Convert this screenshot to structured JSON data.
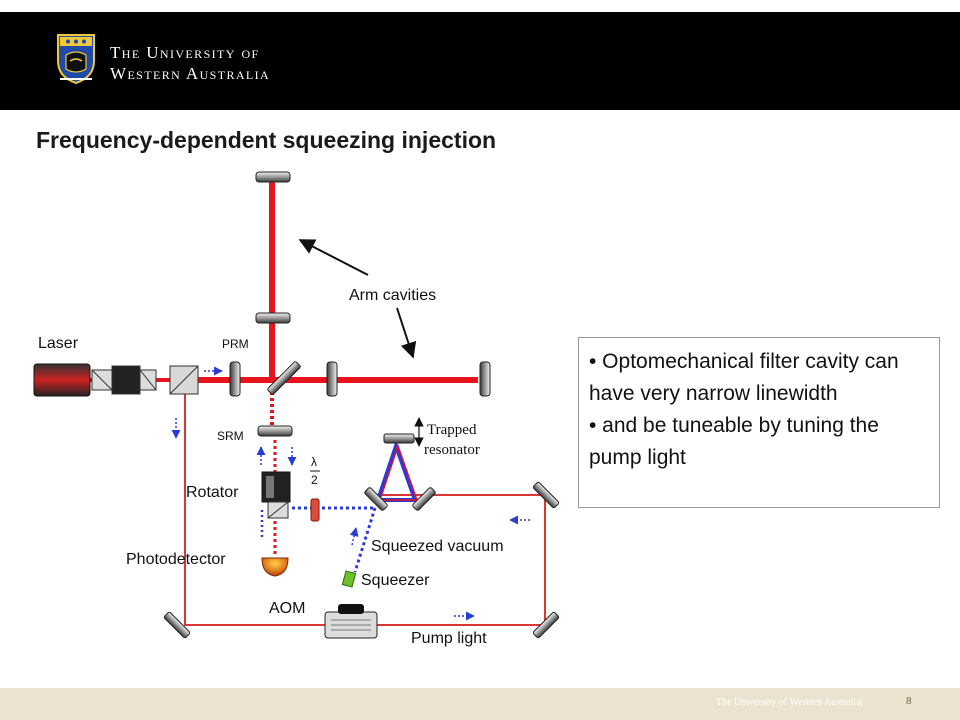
{
  "header": {
    "university_line1": "The University of",
    "university_line2": "Western Australia"
  },
  "slide": {
    "title": "Frequency-dependent squeezing injection"
  },
  "diagram": {
    "labels": {
      "arm_cavities": "Arm cavities",
      "laser": "Laser",
      "prm": "PRM",
      "srm": "SRM",
      "rotator": "Rotator",
      "photodetector": "Photodetector",
      "lambda": "λ",
      "half": "2",
      "trapped": "Trapped",
      "resonator": "resonator",
      "squeezed_vacuum": "Squeezed vacuum",
      "squeezer": "Squeezer",
      "aom": "AOM",
      "pump_light": "Pump light"
    }
  },
  "notes": {
    "bullet1": "• Optomechanical filter cavity can have very narrow linewidth",
    "bullet2": "• and be tuneable by tuning the pump light"
  },
  "footer": {
    "text": "The University of Western Australia",
    "separator": "|",
    "page_number": "8"
  },
  "colors": {
    "laser_red": "#e8141b",
    "pump_red": "#d93636",
    "vacuum_blue": "#2a3bd6",
    "header_bg": "#000000",
    "footer_bg": "#ebe3d0"
  }
}
